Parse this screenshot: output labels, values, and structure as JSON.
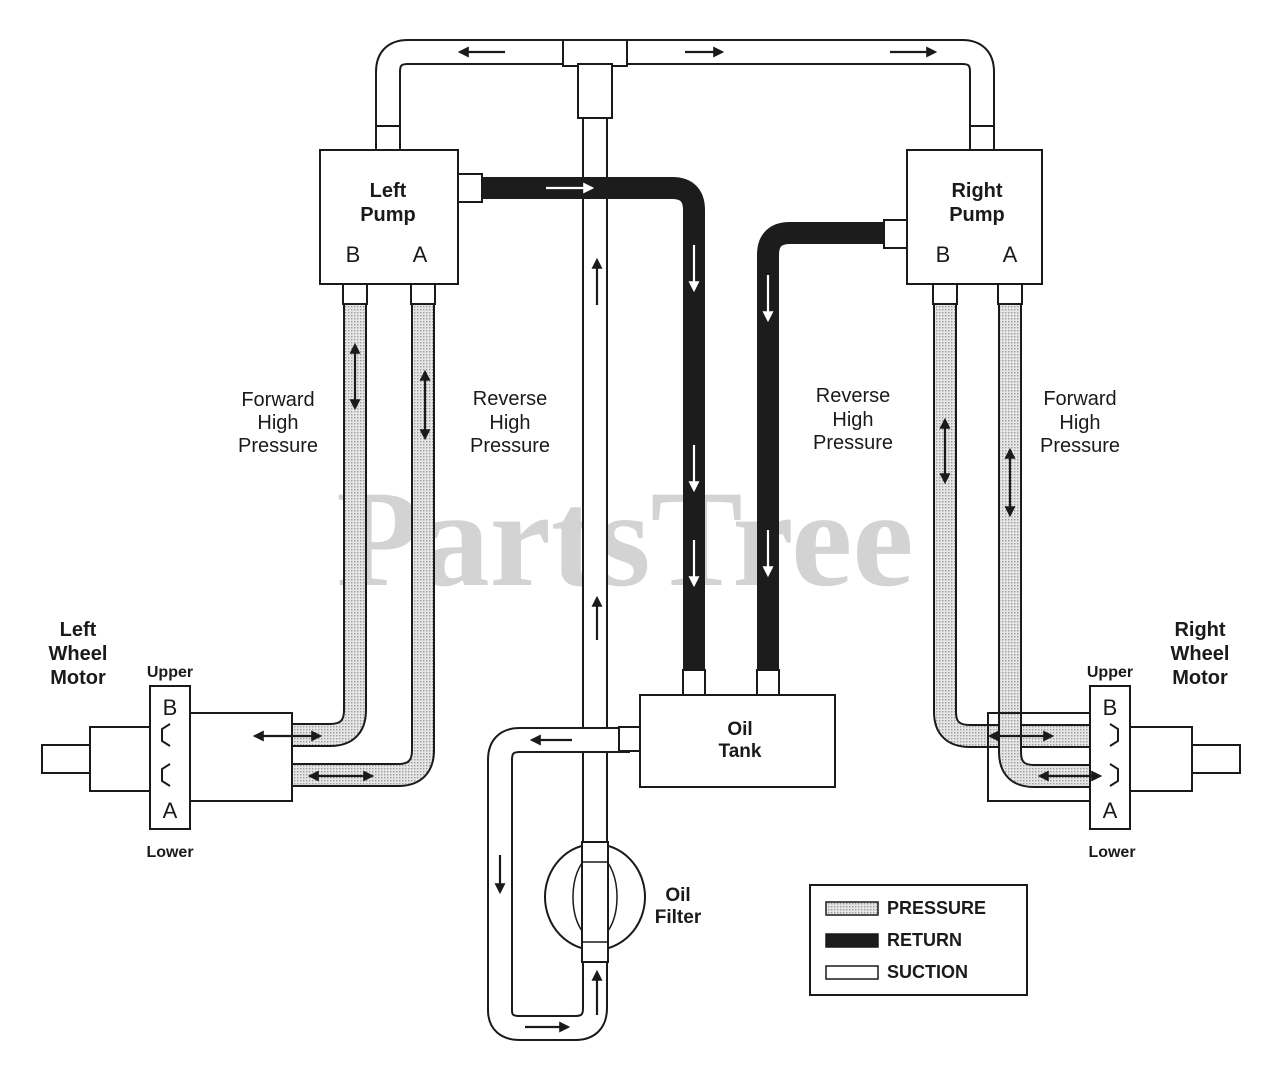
{
  "watermark": "PartsTree",
  "colors": {
    "pressure": "#cfcfcf",
    "return": "#1c1c1c",
    "suction": "#ffffff",
    "outline": "#1a1a1a",
    "watermark": "#c8c8c8"
  },
  "components": {
    "left_pump": {
      "line1": "Left",
      "line2": "Pump",
      "port_b": "B",
      "port_a": "A"
    },
    "right_pump": {
      "line1": "Right",
      "line2": "Pump",
      "port_b": "B",
      "port_a": "A"
    },
    "oil_tank": {
      "line1": "Oil",
      "line2": "Tank"
    },
    "oil_filter": {
      "line1": "Oil",
      "line2": "Filter"
    },
    "left_wheel_motor": {
      "line1": "Left",
      "line2": "Wheel",
      "line3": "Motor",
      "upper": "Upper",
      "lower": "Lower",
      "port_b": "B",
      "port_a": "A"
    },
    "right_wheel_motor": {
      "line1": "Right",
      "line2": "Wheel",
      "line3": "Motor",
      "upper": "Upper",
      "lower": "Lower",
      "port_b": "B",
      "port_a": "A"
    }
  },
  "line_labels": {
    "left_forward": [
      "Forward",
      "High",
      "Pressure"
    ],
    "left_reverse": [
      "Reverse",
      "High",
      "Pressure"
    ],
    "right_reverse": [
      "Reverse",
      "High",
      "Pressure"
    ],
    "right_forward": [
      "Forward",
      "High",
      "Pressure"
    ]
  },
  "legend": {
    "pressure": "PRESSURE",
    "return": "RETURN",
    "suction": "SUCTION"
  }
}
